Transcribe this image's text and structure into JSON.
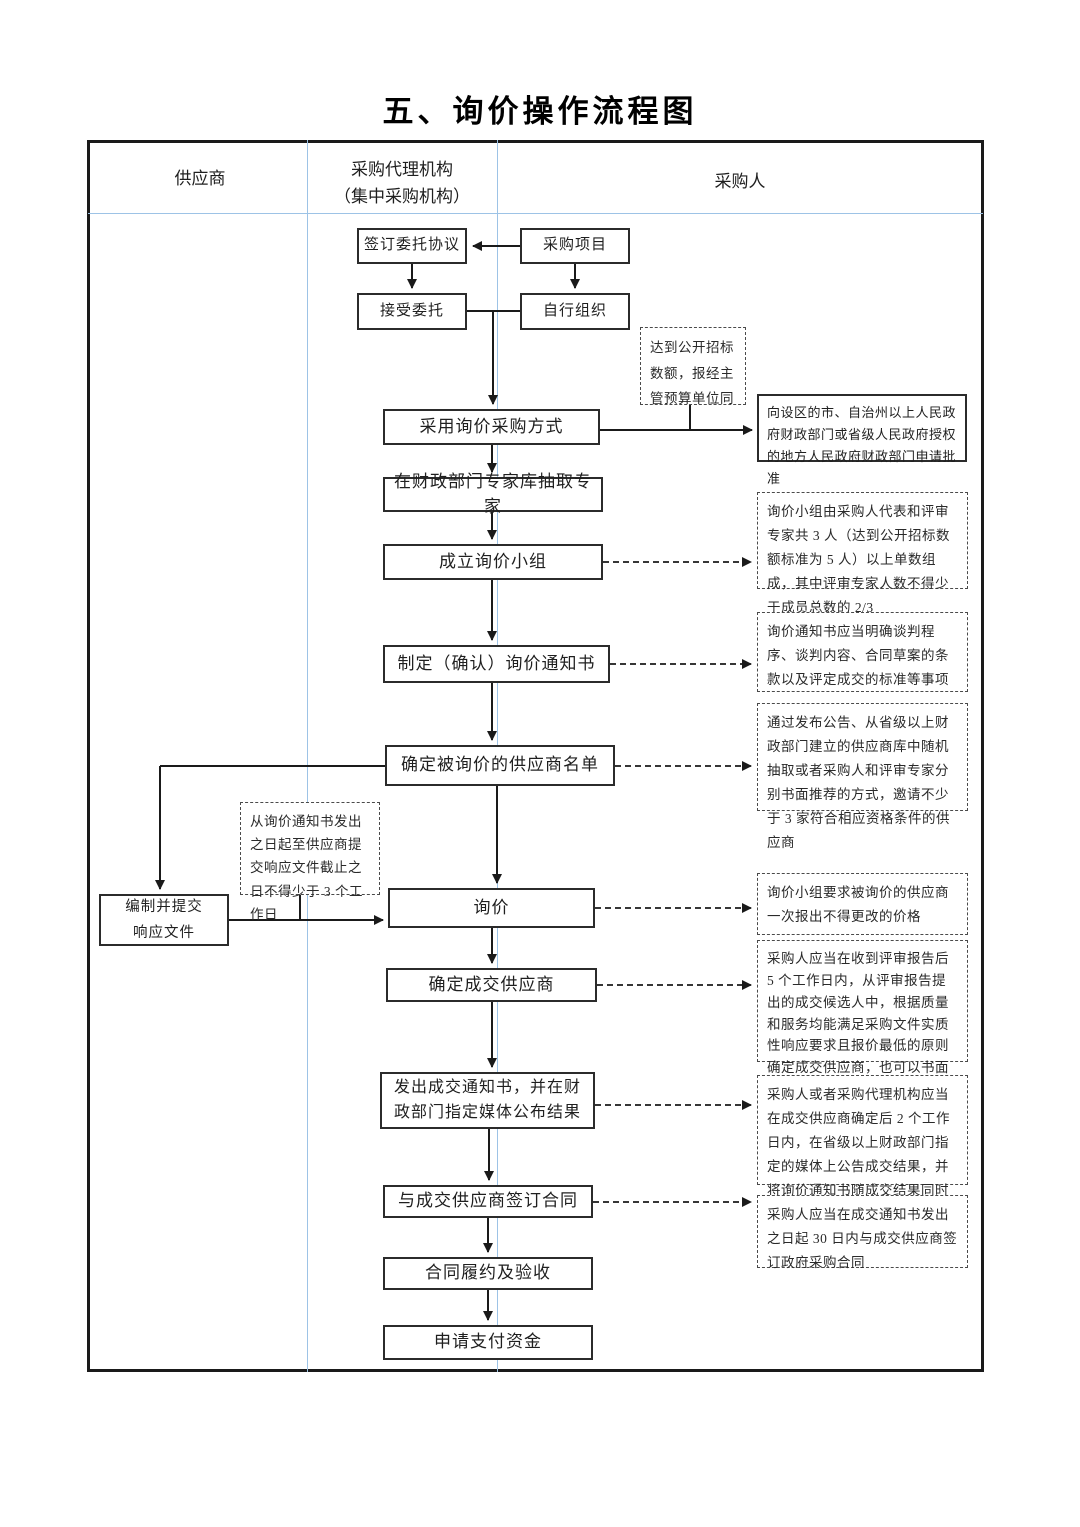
{
  "title": "五、询价操作流程图",
  "lanes": {
    "supplier": "供应商",
    "agency_line1": "采购代理机构",
    "agency_line2": "（集中采购机构）",
    "purchaser": "采购人"
  },
  "flow": {
    "sign_agreement": "签订委托协议",
    "procurement_project": "采购项目",
    "accept_entrust": "接受委托",
    "self_organize": "自行组织",
    "adopt_inquiry": "采用询价采购方式",
    "extract_experts": "在财政部门专家库抽取专家",
    "form_group": "成立询价小组",
    "make_notice": "制定（确认）询价通知书",
    "confirm_suppliers": "确定被询价的供应商名单",
    "inquiry": "询价",
    "confirm_deal_supplier": "确定成交供应商",
    "issue_notice": "发出成交通知书，并在财政部门指定媒体公布结果",
    "sign_contract": "与成交供应商签订合同",
    "contract_acceptance": "合同履约及验收",
    "apply_payment": "申请支付资金",
    "prepare_response_line1": "编制并提交",
    "prepare_response_line2": "响应文件",
    "approval_request": "向设区的市、自治州以上人民政府财政部门或省级人民政府授权的地方人民政府财政部门申请批准"
  },
  "annotations": {
    "threshold": "达到公开招标数额，报经主管预算单位同",
    "group_composition": "询价小组由采购人代表和评审专家共 3 人（达到公开招标数额标准为 5 人）以上单数组成，其中评审专家人数不得少于成员总数的 2/3",
    "notice_content": "询价通知书应当明确谈判程序、谈判内容、合同草案的条款以及评定成交的标准等事项",
    "supplier_selection": "通过发布公告、从省级以上财政部门建立的供应商库中随机抽取或者采购人和评审专家分别书面推荐的方式，邀请不少于 3 家符合相应资格条件的供应商",
    "deadline": "从询价通知书发出之日起至供应商提交响应文件截止之日不得少于 3 个工作日",
    "one_quote": "询价小组要求被询价的供应商一次报出不得更改的价格",
    "determine_rule": "采购人应当在收到评审报告后 5 个工作日内，从评审报告提出的成交候选人中，根据质量和服务均能满足采购文件实质性响应要求且报价最低的原则确定成交供应商，也可以书面授权询价小组直接确定成交",
    "announce_rule": "采购人或者采购代理机构应当在成交供应商确定后 2 个工作日内，在省级以上财政部门指定的媒体上公告成交结果，并将询价通知书随成交结果同时公告",
    "contract_rule": "采购人应当在成交通知书发出之日起 30 日内与成交供应商签订政府采购合同"
  },
  "colors": {
    "lane_line": "#9dc3e6",
    "flow_line": "#1a1a1a",
    "box_border": "#2b2b2b"
  }
}
